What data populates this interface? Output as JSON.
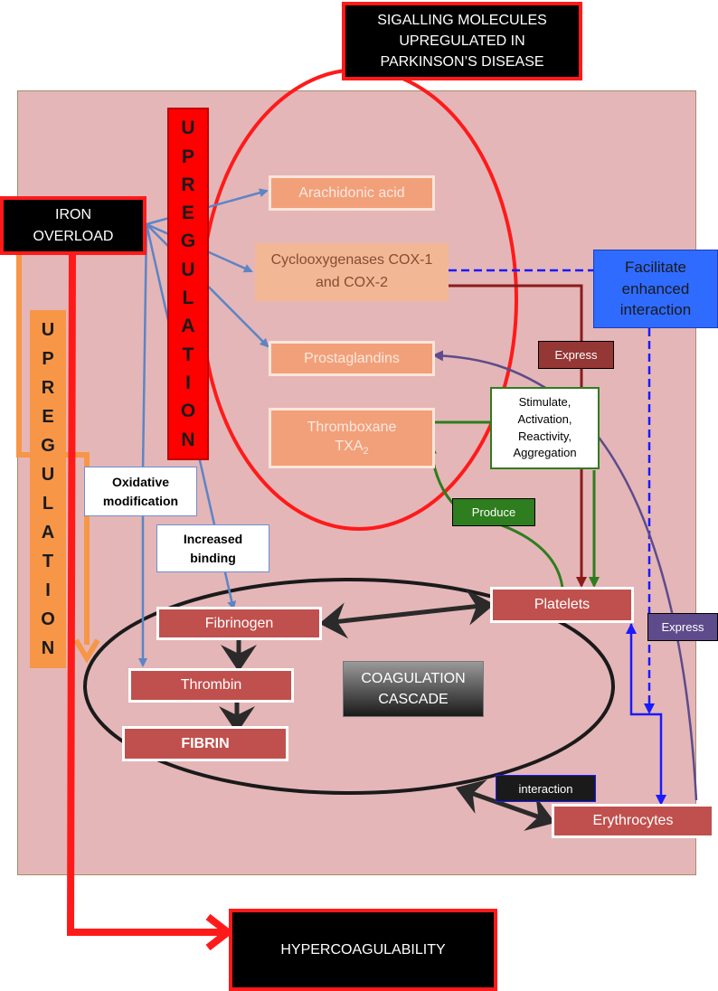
{
  "title_box": "SIGALLING MOLECULES UPREGULATED IN PARKINSON’S DISEASE",
  "iron_overload": "IRON OVERLOAD",
  "upregulation_red": "UPREGULATION",
  "upregulation_orange": "UPREGULATION",
  "molecules": {
    "arachidonic": "Arachidonic acid",
    "cox": "Cyclooxygenases COX-1 and COX-2",
    "prostaglandins": "Prostaglandins",
    "thromboxane": "Thromboxane",
    "thromboxane_sub": "TXA",
    "thromboxane_subscript": "2"
  },
  "facilitate": "Facilitate enhanced interaction",
  "labels": {
    "express_top": "Express",
    "stimulate": "Stimulate, Activation, Reactivity, Aggregation",
    "produce": "Produce",
    "express_side": "Express",
    "interaction": "interaction",
    "oxidative": "Oxidative modification",
    "increased_binding": "Increased binding"
  },
  "cascade": {
    "fibrinogen": "Fibrinogen",
    "thrombin": "Thrombin",
    "fibrin": "FIBRIN",
    "platelets": "Platelets",
    "erythrocytes": "Erythrocytes",
    "coagulation": "COAGULATION CASCADE"
  },
  "hypercoagulability": "HYPERCOAGULABILITY",
  "colors": {
    "panel": "#e4b6b8",
    "red": "#ff0000",
    "orange": "#f79646",
    "blue_arrow": "#5b85c5",
    "dark_red": "#8b1a1a",
    "green": "#2e7d1e",
    "purple": "#5e4b8b",
    "facilitate_blue": "#2f6bff"
  }
}
